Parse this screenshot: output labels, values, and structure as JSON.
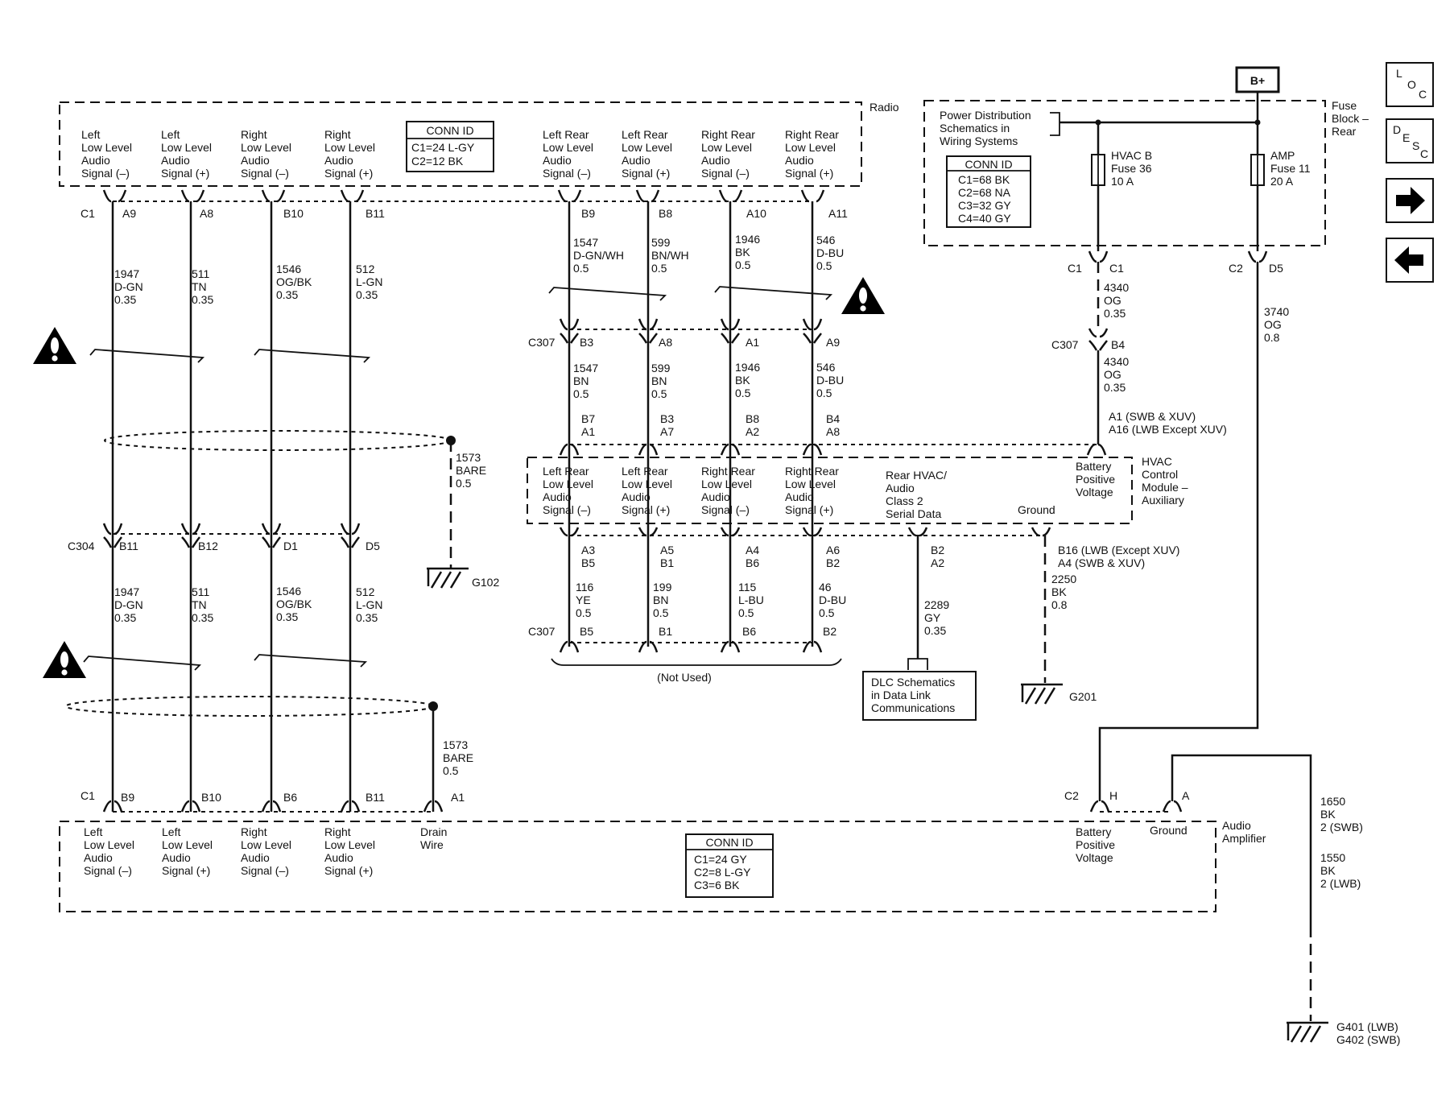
{
  "radio": {
    "title": "Radio",
    "signals": [
      [
        "Left",
        "Low Level",
        "Audio",
        "Signal (–)"
      ],
      [
        "Left",
        "Low Level",
        "Audio",
        "Signal (+)"
      ],
      [
        "Right",
        "Low Level",
        "Audio",
        "Signal (–)"
      ],
      [
        "Right",
        "Low Level",
        "Audio",
        "Signal (+)"
      ],
      [
        "Left Rear",
        "Low Level",
        "Audio",
        "Signal (–)"
      ],
      [
        "Left Rear",
        "Low Level",
        "Audio",
        "Signal (+)"
      ],
      [
        "Right Rear",
        "Low Level",
        "Audio",
        "Signal (–)"
      ],
      [
        "Right Rear",
        "Low Level",
        "Audio",
        "Signal (+)"
      ]
    ],
    "conn_id": [
      "CONN ID",
      "C1=24 L-GY",
      "C2=12 BK"
    ],
    "connector": "C1",
    "pins": [
      "A9",
      "A8",
      "B10",
      "B11",
      "B9",
      "B8",
      "A10",
      "A11"
    ]
  },
  "fuse_block": {
    "title": [
      "Fuse",
      "Block –",
      "Rear"
    ],
    "power_dist": [
      "Power Distribution",
      "Schematics in",
      "Wiring Systems"
    ],
    "conn_id": [
      "CONN ID",
      "C1=68 BK",
      "C2=68 NA",
      "C3=32 GY",
      "C4=40 GY"
    ],
    "fuse_hvac": [
      "HVAC B",
      "Fuse 36",
      "10 A"
    ],
    "fuse_amp": [
      "AMP",
      "Fuse 11",
      "20 A"
    ],
    "bplus": "B+",
    "c1": "C1",
    "c1_pin": "C1",
    "c2": "C2",
    "c2_pin": "D5"
  },
  "wires_front_upper": [
    [
      "1947",
      "D-GN",
      "0.35"
    ],
    [
      "511",
      "TN",
      "0.35"
    ],
    [
      "1546",
      "OG/BK",
      "0.35"
    ],
    [
      "512",
      "L-GN",
      "0.35"
    ]
  ],
  "wires_front_lower": [
    [
      "1947",
      "D-GN",
      "0.35"
    ],
    [
      "511",
      "TN",
      "0.35"
    ],
    [
      "1546",
      "OG/BK",
      "0.35"
    ],
    [
      "512",
      "L-GN",
      "0.35"
    ]
  ],
  "c304": {
    "label": "C304",
    "pins": [
      "B11",
      "B12",
      "D1",
      "D5"
    ]
  },
  "drain_upper": {
    "wire": [
      "1573",
      "BARE",
      "0.5"
    ],
    "ground": "G102"
  },
  "drain_lower": {
    "wire": [
      "1573",
      "BARE",
      "0.5"
    ]
  },
  "rear_wires_upper": [
    [
      "1547",
      "D-GN/WH",
      "0.5"
    ],
    [
      "599",
      "BN/WH",
      "0.5"
    ],
    [
      "1946",
      "BK",
      "0.5"
    ],
    [
      "546",
      "D-BU",
      "0.5"
    ]
  ],
  "c307_upper": {
    "label": "C307",
    "pins": [
      "B3",
      "A8",
      "A1",
      "A9"
    ]
  },
  "rear_wires_mid": [
    [
      "1547",
      "BN",
      "0.5"
    ],
    [
      "599",
      "BN",
      "0.5"
    ],
    [
      "1946",
      "BK",
      "0.5"
    ],
    [
      "546",
      "D-BU",
      "0.5"
    ]
  ],
  "hvac_top_pins": [
    [
      "B7",
      "A1"
    ],
    [
      "B3",
      "A7"
    ],
    [
      "B8",
      "A2"
    ],
    [
      "B4",
      "A8"
    ]
  ],
  "hvac_bpv_pin": [
    "A1 (SWB & XUV)",
    "A16 (LWB Except XUV)"
  ],
  "hvac_feed_wire_1": [
    "4340",
    "OG",
    "0.35"
  ],
  "c307_right": {
    "label": "C307",
    "pin": "B4"
  },
  "hvac_feed_wire_2": [
    "4340",
    "OG",
    "0.35"
  ],
  "hvac": {
    "title": [
      "HVAC",
      "Control",
      "Module –",
      "Auxiliary"
    ],
    "signals": [
      [
        "Left Rear",
        "Low Level",
        "Audio",
        "Signal (–)"
      ],
      [
        "Left Rear",
        "Low Level",
        "Audio",
        "Signal (+)"
      ],
      [
        "Right Rear",
        "Low Level",
        "Audio",
        "Signal (–)"
      ],
      [
        "Right Rear",
        "Low Level",
        "Audio",
        "Signal (+)"
      ]
    ],
    "serial": [
      "Rear HVAC/",
      "Audio",
      "Class 2",
      "Serial Data"
    ],
    "ground": "Ground",
    "bpv": [
      "Battery",
      "Positive",
      "Voltage"
    ]
  },
  "hvac_bottom_pins": [
    [
      "A3",
      "B5"
    ],
    [
      "A5",
      "B1"
    ],
    [
      "A4",
      "B6"
    ],
    [
      "A6",
      "B2"
    ]
  ],
  "hvac_serial_pin": [
    "B2",
    "A2"
  ],
  "hvac_ground_pin": [
    "B16 (LWB (Except XUV)",
    "A4 (SWB & XUV)"
  ],
  "rear_wires_lower": [
    [
      "116",
      "YE",
      "0.5"
    ],
    [
      "199",
      "BN",
      "0.5"
    ],
    [
      "115",
      "L-BU",
      "0.5"
    ],
    [
      "46",
      "D-BU",
      "0.5"
    ]
  ],
  "c307_lower": {
    "label": "C307",
    "pins": [
      "B5",
      "B1",
      "B6",
      "B2"
    ]
  },
  "not_used": "(Not Used)",
  "serial_wire": [
    "2289",
    "GY",
    "0.35"
  ],
  "dlc_box": [
    "DLC Schematics",
    "in Data Link",
    "Communications"
  ],
  "hvac_ground_wire": [
    "2250",
    "BK",
    "0.8"
  ],
  "g201": "G201",
  "amp_feed_wire": [
    "3740",
    "OG",
    "0.8"
  ],
  "amplifier": {
    "title": [
      "Audio",
      "Amplifier"
    ],
    "signals": [
      [
        "Left",
        "Low Level",
        "Audio",
        "Signal (–)"
      ],
      [
        "Left",
        "Low Level",
        "Audio",
        "Signal (+)"
      ],
      [
        "Right",
        "Low Level",
        "Audio",
        "Signal (–)"
      ],
      [
        "Right",
        "Low Level",
        "Audio",
        "Signal (+)"
      ]
    ],
    "drain": [
      "Drain",
      "Wire"
    ],
    "bpv": [
      "Battery",
      "Positive",
      "Voltage"
    ],
    "ground": "Ground",
    "conn_id": [
      "CONN ID",
      "C1=24 GY",
      "C2=8 L-GY",
      "C3=6 BK"
    ],
    "c1": "C1",
    "pins": [
      "B9",
      "B10",
      "B6",
      "B11",
      "A1"
    ],
    "c2": "C2",
    "c2_pins": [
      "H",
      "A"
    ]
  },
  "amp_ground_wire_1": [
    "1650",
    "BK",
    "2 (SWB)"
  ],
  "amp_ground_wire_2": [
    "1550",
    "BK",
    "2 (LWB)"
  ],
  "amp_ground": [
    "G401 (LWB)",
    "G402  (SWB)"
  ],
  "nav": {
    "loc": [
      "L",
      "O",
      "C"
    ],
    "desc": [
      "D",
      "E",
      "S",
      "C"
    ]
  }
}
